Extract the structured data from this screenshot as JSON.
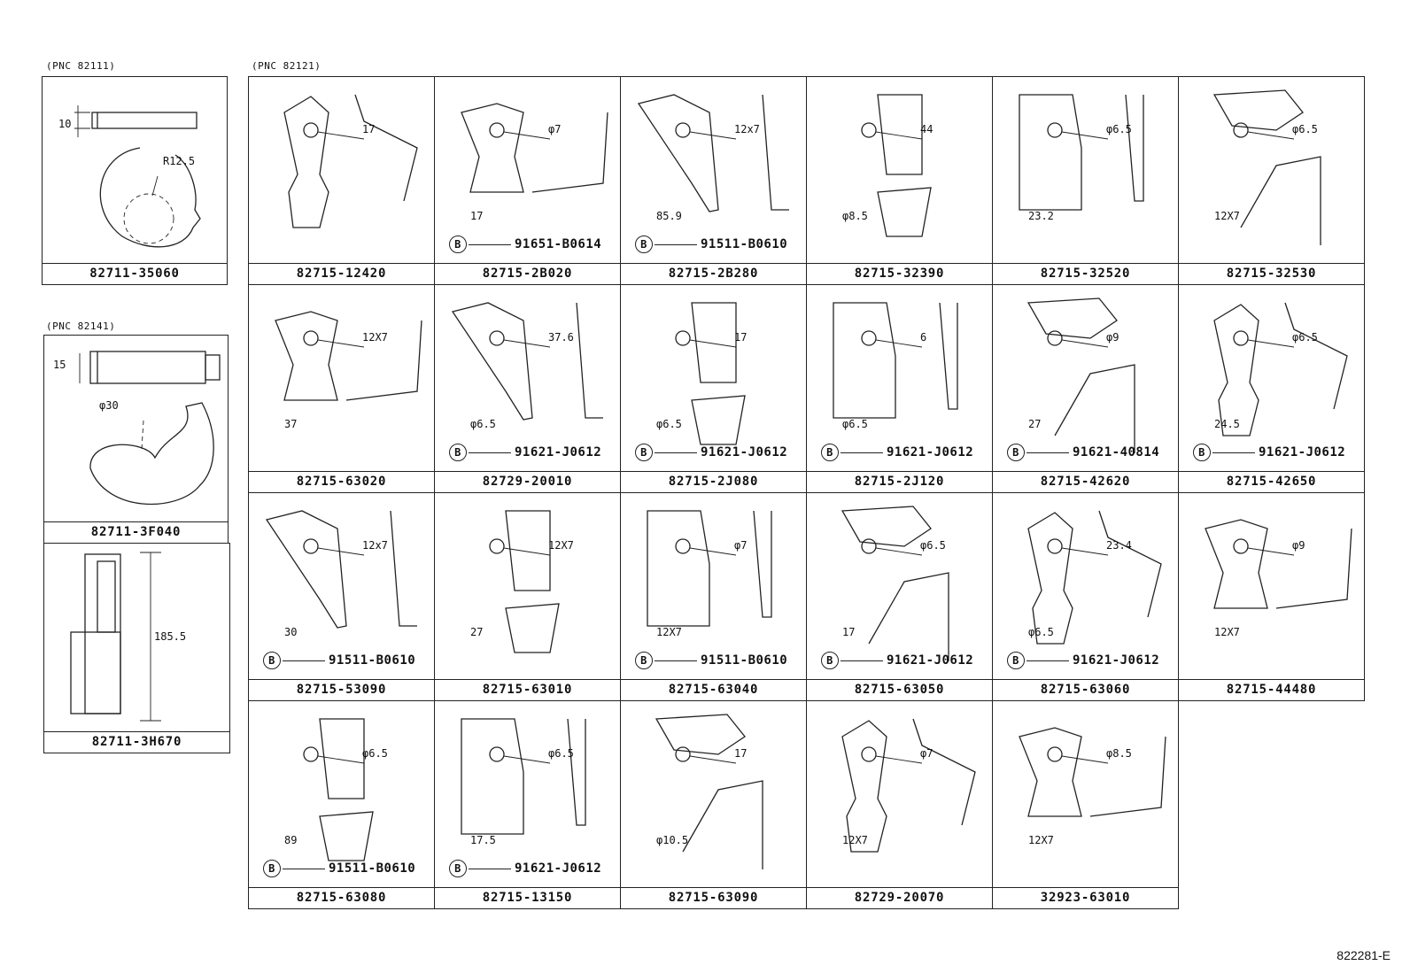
{
  "headers": {
    "pnc_82111": "(PNC 82111)",
    "pnc_82121": "(PNC 82121)",
    "pnc_82141": "(PNC 82141)"
  },
  "left_column": [
    {
      "part": "82711-35060",
      "dims": [
        "10",
        "R12.5"
      ]
    },
    {
      "part": "82711-3F040",
      "dims": [
        "15",
        "φ30"
      ]
    },
    {
      "part": "82711-3H670",
      "dims": [
        "185.5"
      ]
    }
  ],
  "grid": [
    {
      "part": "82715-12420",
      "dims": [
        "17"
      ],
      "bolt": ""
    },
    {
      "part": "82715-2B020",
      "dims": [
        "φ7",
        "17"
      ],
      "bolt": "91651-B0614"
    },
    {
      "part": "82715-2B280",
      "dims": [
        "12x7",
        "85.9"
      ],
      "bolt": "91511-B0610"
    },
    {
      "part": "82715-32390",
      "dims": [
        "44",
        "φ8.5"
      ],
      "bolt": ""
    },
    {
      "part": "82715-32520",
      "dims": [
        "φ6.5",
        "23.2"
      ],
      "bolt": ""
    },
    {
      "part": "82715-32530",
      "dims": [
        "φ6.5",
        "12X7"
      ],
      "bolt": ""
    },
    {
      "part": "82715-63020",
      "dims": [
        "12X7",
        "37"
      ],
      "bolt": ""
    },
    {
      "part": "82729-20010",
      "dims": [
        "37.6",
        "φ6.5"
      ],
      "bolt": "91621-J0612"
    },
    {
      "part": "82715-2J080",
      "dims": [
        "17",
        "φ6.5"
      ],
      "bolt": "91621-J0612"
    },
    {
      "part": "82715-2J120",
      "dims": [
        "6",
        "φ6.5"
      ],
      "bolt": "91621-J0612"
    },
    {
      "part": "82715-42620",
      "dims": [
        "φ9",
        "27"
      ],
      "bolt": "91621-40814"
    },
    {
      "part": "82715-42650",
      "dims": [
        "φ6.5",
        "24.5"
      ],
      "bolt": "91621-J0612"
    },
    {
      "part": "82715-53090",
      "dims": [
        "12x7",
        "30"
      ],
      "bolt": "91511-B0610"
    },
    {
      "part": "82715-63010",
      "dims": [
        "12X7",
        "27"
      ],
      "bolt": ""
    },
    {
      "part": "82715-63040",
      "dims": [
        "φ7",
        "12X7"
      ],
      "bolt": "91511-B0610"
    },
    {
      "part": "82715-63050",
      "dims": [
        "φ6.5",
        "17"
      ],
      "bolt": "91621-J0612"
    },
    {
      "part": "82715-63060",
      "dims": [
        "23.4",
        "φ6.5"
      ],
      "bolt": "91621-J0612"
    },
    {
      "part": "82715-44480",
      "dims": [
        "φ9",
        "12X7"
      ],
      "bolt": ""
    },
    {
      "part": "82715-63080",
      "dims": [
        "φ6.5",
        "89"
      ],
      "bolt": "91511-B0610"
    },
    {
      "part": "82715-13150",
      "dims": [
        "φ6.5",
        "17.5"
      ],
      "bolt": "91621-J0612"
    },
    {
      "part": "82715-63090",
      "dims": [
        "17",
        "φ10.5"
      ],
      "bolt": ""
    },
    {
      "part": "82729-20070",
      "dims": [
        "φ7",
        "12X7"
      ],
      "bolt": ""
    },
    {
      "part": "32923-63010",
      "dims": [
        "φ8.5",
        "12X7"
      ],
      "bolt": ""
    }
  ],
  "bolt_symbol": "B",
  "reference": "822281-E"
}
